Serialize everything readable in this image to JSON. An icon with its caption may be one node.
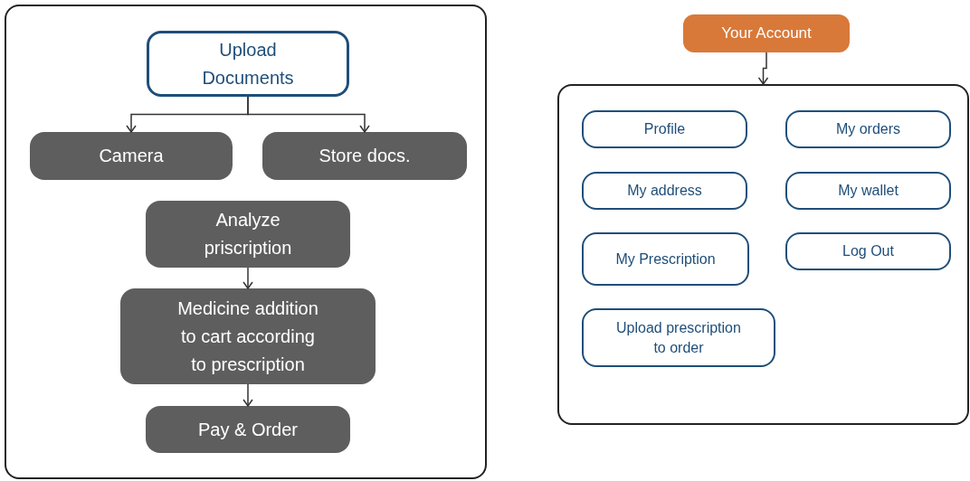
{
  "diagram": {
    "nodes": [
      {
        "text": [],
        "shape": "box"
      },
      {
        "text": [
          "Upload Documents"
        ],
        "in": 0
      },
      {
        "text": [
          "Camera"
        ],
        "in": 0
      },
      {
        "text": [
          "Store docs."
        ],
        "in": 0
      },
      {
        "text": [
          "Analyze priscription"
        ],
        "in": 0
      },
      {
        "text": [
          "Medicine addition to cart according to prescription"
        ],
        "in": 0
      },
      {
        "text": [
          "Pay & Order"
        ],
        "in": 0
      },
      {
        "text": [
          "Your Account"
        ]
      },
      {
        "text": [],
        "shape": "box"
      },
      {
        "text": [
          "Profile"
        ],
        "in": 8
      },
      {
        "text": [
          "My orders"
        ],
        "in": 8
      },
      {
        "text": [
          "My address"
        ],
        "in": 8
      },
      {
        "text": [
          "My wallet"
        ],
        "in": 8
      },
      {
        "text": [
          "My Prescription"
        ],
        "in": 8
      },
      {
        "text": [
          "Log Out"
        ],
        "in": 8
      },
      {
        "text": [
          "Upload prescription to order"
        ],
        "in": 8
      }
    ],
    "edges": [
      {
        "from": 1,
        "to": 2,
        "arrow": "to"
      },
      {
        "from": 1,
        "to": 3,
        "arrow": "to"
      },
      {
        "from": 4,
        "to": 5,
        "arrow": "to"
      },
      {
        "from": 5,
        "to": 6,
        "arrow": "to"
      },
      {
        "from": 7,
        "to": 8,
        "arrow": "to"
      }
    ]
  }
}
